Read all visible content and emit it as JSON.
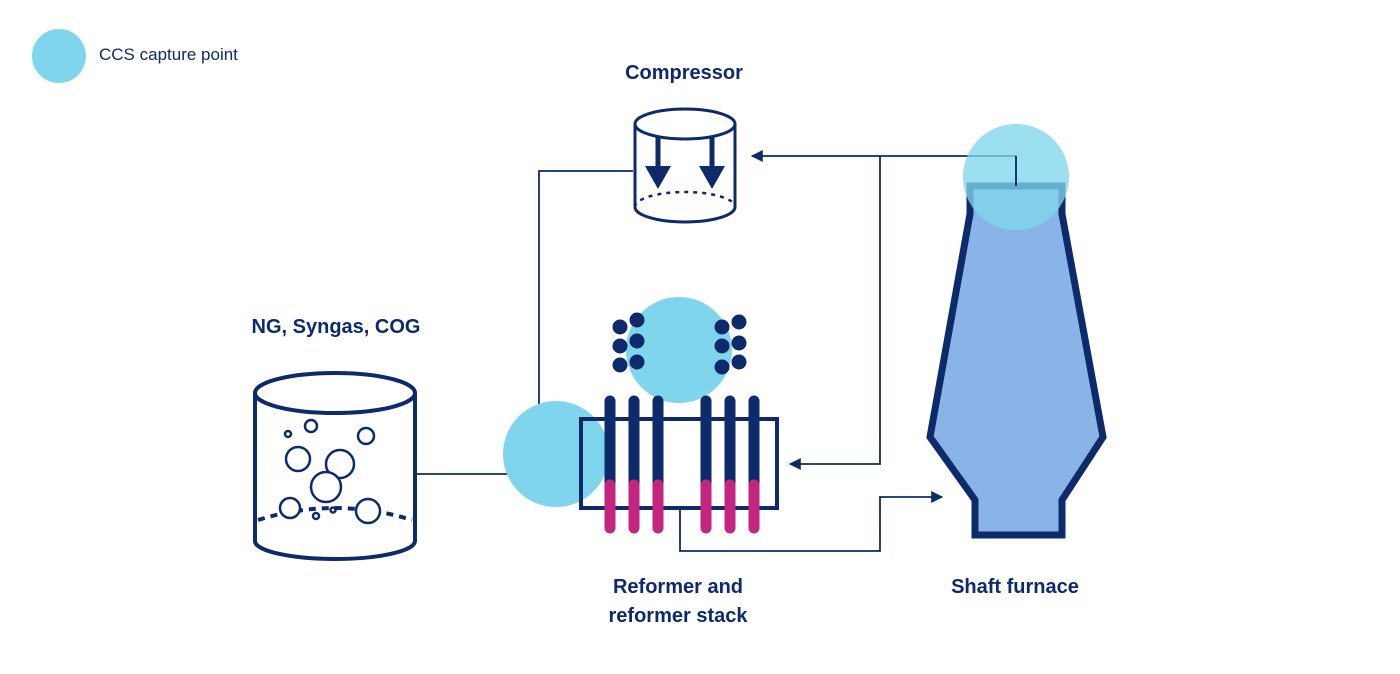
{
  "legend": {
    "label": "CCS capture point"
  },
  "labels": {
    "compressor": "Compressor",
    "feed": "NG, Syngas, COG",
    "reformer_line1": "Reformer and",
    "reformer_line2": "reformer stack",
    "furnace": "Shaft furnace"
  },
  "colors": {
    "navy": "#0d2a6b",
    "ccs_cyan": "#7fd6ec",
    "furnace_fill": "#8ab4e8",
    "tube_magenta": "#c2267e"
  },
  "icons": [
    "ccs-capture-point-icon",
    "compressor-icon",
    "gas-tank-icon",
    "reformer-icon",
    "shaft-furnace-icon"
  ]
}
